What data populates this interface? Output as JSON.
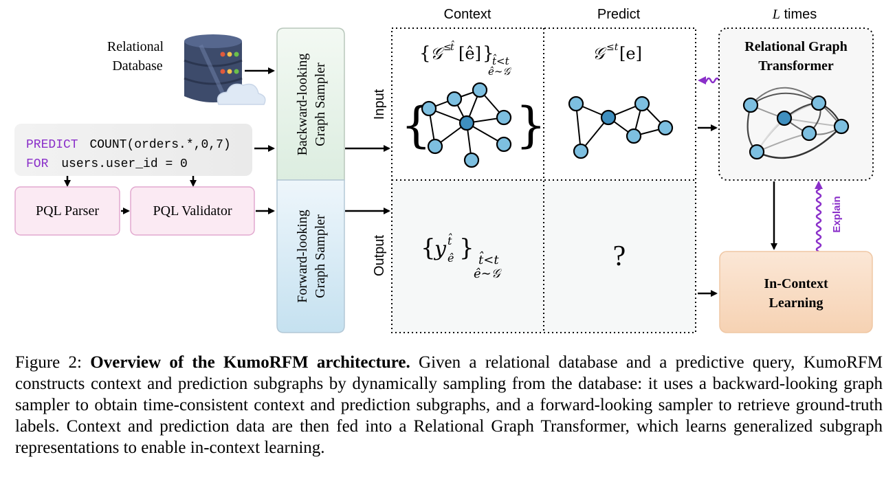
{
  "database": {
    "label_line1": "Relational",
    "label_line2": "Database"
  },
  "query": {
    "line1_keyword": "PREDICT",
    "line1_expr": "COUNT(orders.*,0,7)",
    "line2_keyword": "FOR",
    "line2_expr": "users.user_id = 0"
  },
  "pql": {
    "parser": "PQL Parser",
    "validator": "PQL Validator"
  },
  "samplers": {
    "backward_line1": "Backward-looking",
    "backward_line2": "Graph Sampler",
    "forward_line1": "Forward-looking",
    "forward_line2": "Graph Sampler"
  },
  "grid": {
    "col_context": "Context",
    "col_predict": "Predict",
    "row_input": "Input",
    "row_output": "Output",
    "question_mark": "?",
    "context_input_formula": {
      "open": "{",
      "G": "𝒢",
      "sup_le": "≤",
      "sup_that": "t̂",
      "bracket_ehat": "[ê]",
      "close": "}",
      "sub1": "t̂<t",
      "sub2": "ê∼𝒢"
    },
    "predict_input_formula": {
      "G": "𝒢",
      "sup": "≤t",
      "bracket_e": "[e]"
    },
    "context_output_formula": {
      "open": "{",
      "y": "y",
      "sup": "t̂",
      "sub": "ê",
      "close": "}",
      "sub1": "t̂<t",
      "sub2": "ê∼𝒢"
    }
  },
  "transformer": {
    "l_letter": "L",
    "l_suffix": " times",
    "line1": "Relational Graph",
    "line2": "Transformer"
  },
  "icl": {
    "line1": "In-Context",
    "line2": "Learning",
    "explain": "Explain"
  },
  "caption": {
    "prefix": "Figure 2: ",
    "bold": "Overview of the KumoRFM architecture.",
    "body": " Given a relational database and a predictive query, KumoRFM constructs context and prediction subgraphs by dynamically sampling from the database: it uses a backward-looking graph sampler to obtain time-consistent context and prediction subgraphs, and a forward-looking sampler to retrieve ground-truth labels. Context and prediction data are then fed into a Relational Graph Transformer, which learns generalized subgraph representations to enable in-context learning."
  },
  "colors": {
    "purple": "#8a2fc9",
    "node_light": "#7dbfe0",
    "node_dark": "#3f8fbf",
    "pql_fill": "#fbeaf3",
    "pql_border": "#e2a8cf",
    "sampler_green": "#e4f1e6",
    "sampler_blue": "#cfe6f2",
    "icl_fill": "#f8dcc4",
    "db_body": "#3d4b6b"
  }
}
